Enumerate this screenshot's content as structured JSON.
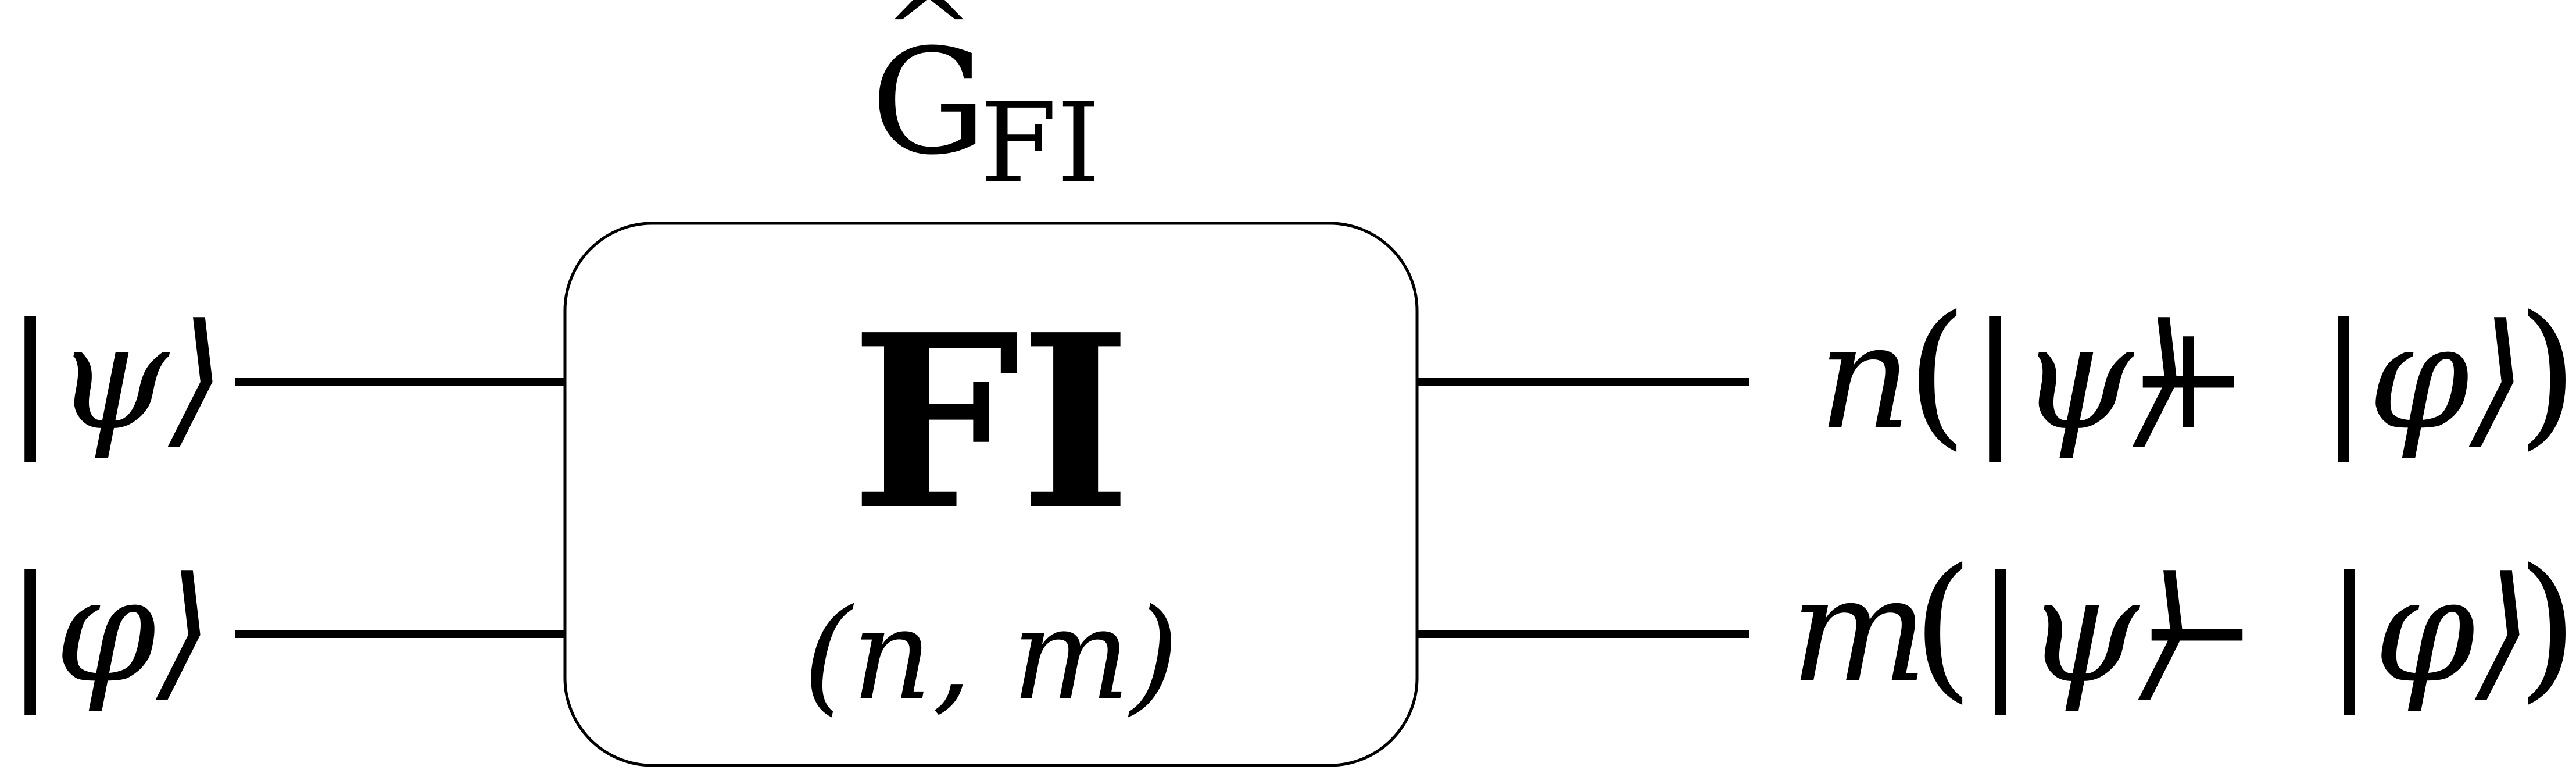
{
  "operator": {
    "symbol": "G",
    "hat": "^",
    "subscript": "FI"
  },
  "gate": {
    "label": "FI",
    "params": "(n, m)"
  },
  "inputs": [
    {
      "ket": "|ψ⟩",
      "symbol": "ψ"
    },
    {
      "ket": "|φ⟩",
      "symbol": "φ"
    }
  ],
  "outputs": [
    {
      "coefficient": "n",
      "open": "(",
      "ket1": "|ψ⟩",
      "operator": "+",
      "ket2": "|φ⟩",
      "close": ")"
    },
    {
      "coefficient": "m",
      "open": "(",
      "ket1": "|ψ⟩",
      "operator": "−",
      "ket2": "|φ⟩",
      "close": ")"
    }
  ]
}
